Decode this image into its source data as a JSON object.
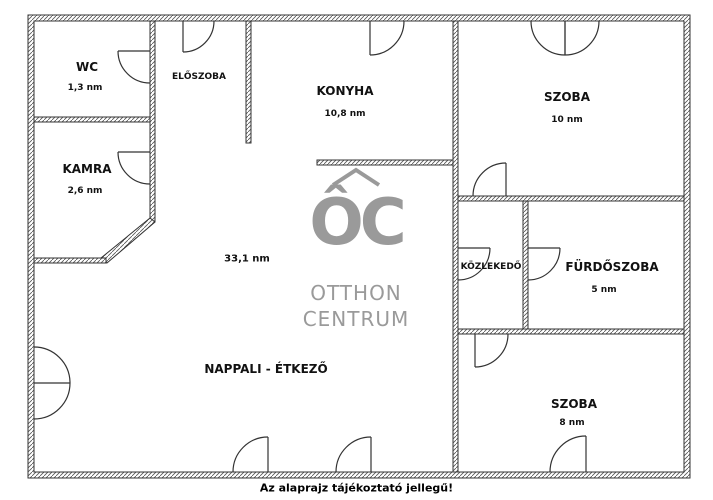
{
  "rooms": {
    "wc": {
      "name": "WC",
      "area": "1,3 nm"
    },
    "eloszoba": {
      "name": "ELŐSZOBA"
    },
    "konyha": {
      "name": "KONYHA",
      "area": "10,8 nm"
    },
    "szoba1": {
      "name": "SZOBA",
      "area": "10 nm"
    },
    "kamra": {
      "name": "KAMRA",
      "area": "2,6 nm"
    },
    "nappali": {
      "name": "NAPPALI - ÉTKEZŐ",
      "area": "33,1 nm"
    },
    "kozlekedo": {
      "name": "KÖZLEKEDŐ"
    },
    "furdoszoba": {
      "name": "FÜRDŐSZOBA",
      "area": "5 nm"
    },
    "szoba2": {
      "name": "SZOBA",
      "area": "8 nm"
    }
  },
  "watermark": {
    "monogram": "ÔC",
    "line1": "OTTHON",
    "line2": "CENTRUM"
  },
  "footer": "Az alaprajz tájékoztató jellegű!",
  "colors": {
    "wall": "#333333",
    "watermark": "#9a9a9a",
    "background": "#ffffff"
  }
}
